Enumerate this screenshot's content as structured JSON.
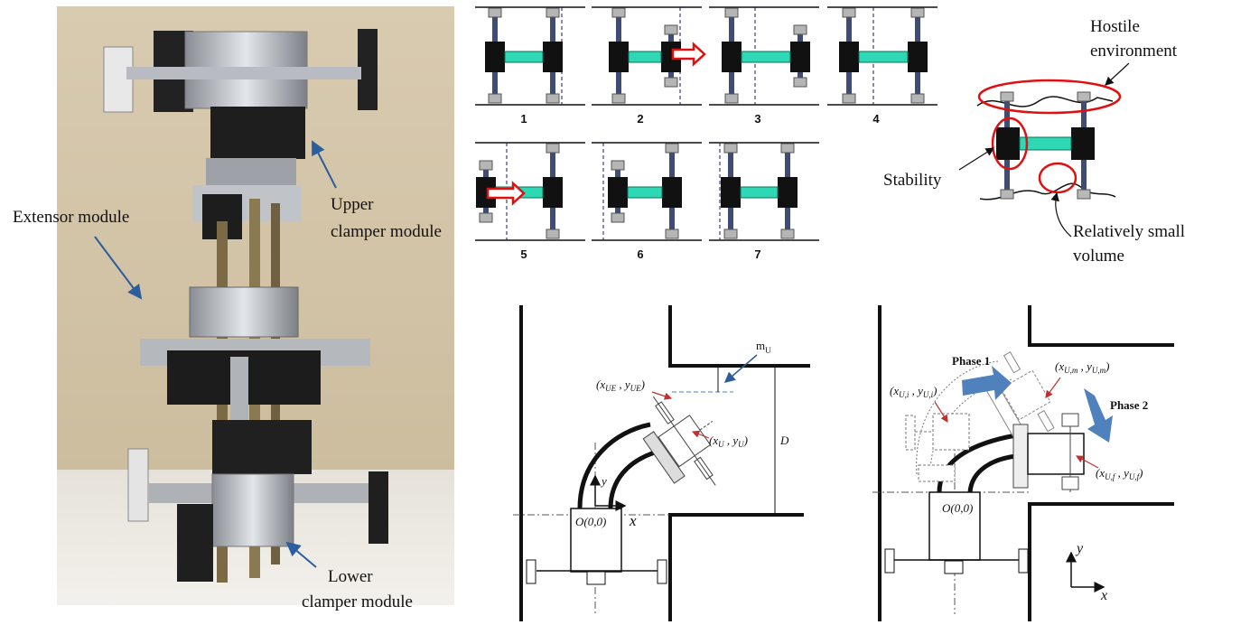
{
  "photo_labels": {
    "upper_1": "Upper",
    "upper_2": "clamper module",
    "extensor": "Extensor module",
    "lower_1": "Lower",
    "lower_2": "clamper module"
  },
  "gait_steps": [
    "1",
    "2",
    "3",
    "4",
    "5",
    "6",
    "7"
  ],
  "concept": {
    "hostile_1": "Hostile",
    "hostile_2": "environment",
    "stability": "Stability",
    "small_1": "Relatively small",
    "small_2": "volume"
  },
  "turn1": {
    "mu": "m",
    "mu_sub": "U",
    "xue": "(x",
    "xue_sub": "UE",
    "xue_mid": " , y",
    "xue_end": ")",
    "xu": "(x",
    "xu_sub": "U",
    "xu_mid": " , y",
    "xu_end": ")",
    "D": "D",
    "origin": "O(0,0)",
    "x": "x",
    "y": "y"
  },
  "turn2": {
    "phase1": "Phase 1",
    "phase2": "Phase 2",
    "ui": "(x",
    "ui_sub": "U,i",
    "ui_mid": " , y",
    "ui_end": ")",
    "um": "(x",
    "um_sub": "U,m",
    "um_mid": " , y",
    "um_end": ")",
    "uf": "(x",
    "uf_sub": "U,f",
    "uf_mid": " , y",
    "uf_end": ")",
    "origin": "O(0,0)",
    "x": "x",
    "y": "y"
  },
  "colors": {
    "teal": "#2fd8b4",
    "red": "#e01010",
    "arrow_blue": "#2c5d9c",
    "phase_arrow": "#4f81bd"
  }
}
